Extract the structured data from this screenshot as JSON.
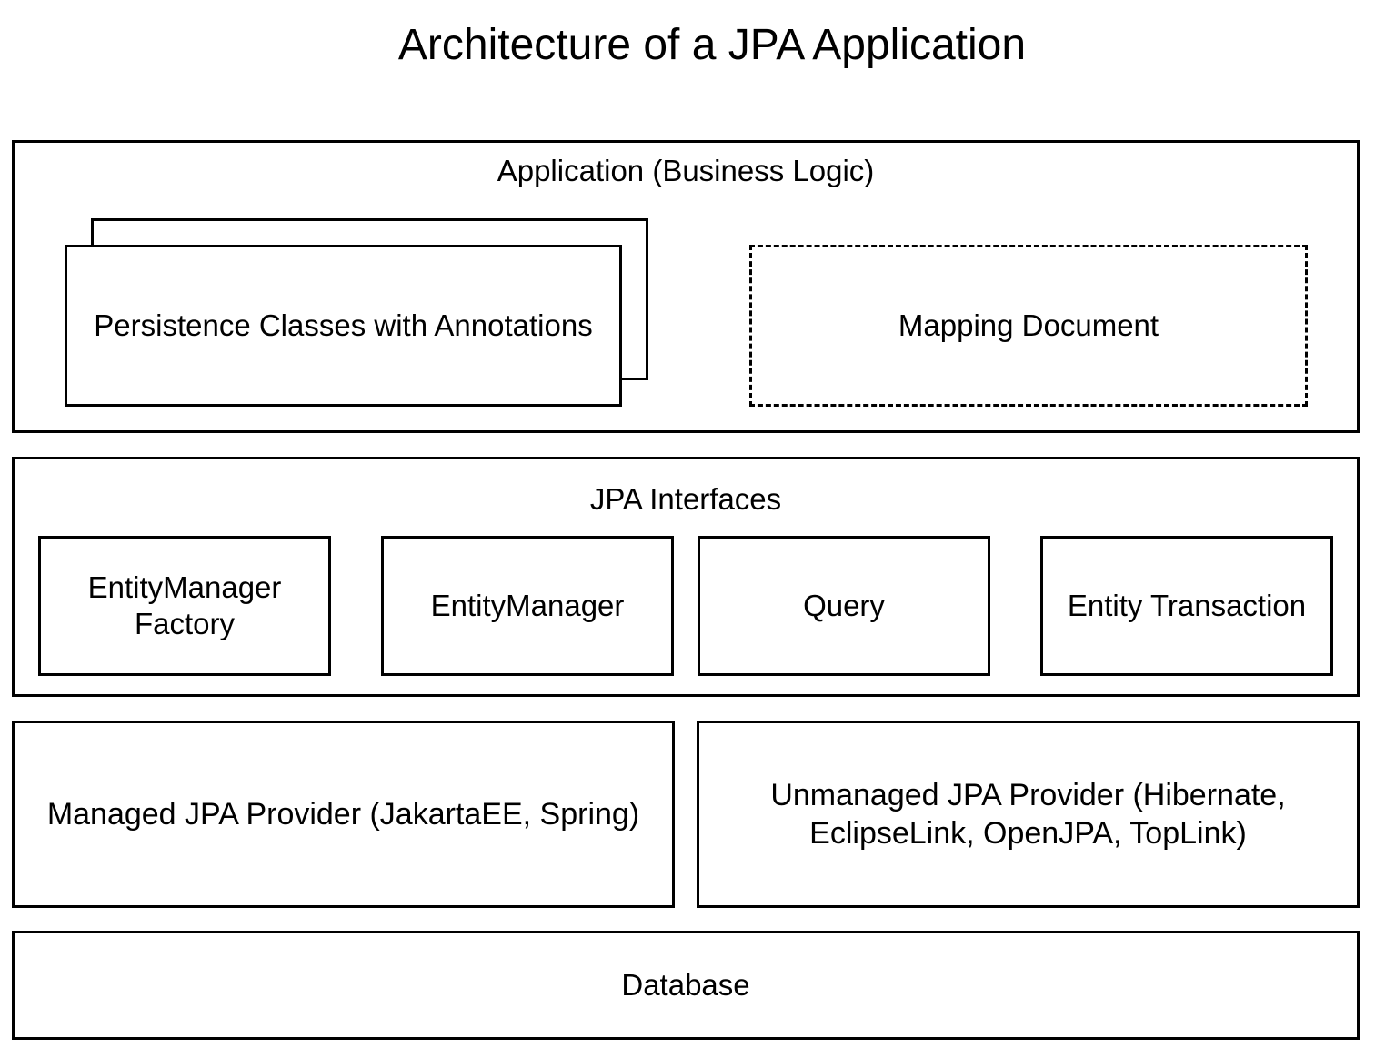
{
  "title": "Architecture of a JPA Application",
  "application": {
    "label": "Application (Business Logic)",
    "persistence_classes": "Persistence Classes with Annotations",
    "mapping_document": "Mapping Document"
  },
  "jpa_interfaces": {
    "label": "JPA Interfaces",
    "items": [
      {
        "line1": "EntityManager",
        "line2": "Factory"
      },
      {
        "line1": "EntityManager",
        "line2": ""
      },
      {
        "line1": "Query",
        "line2": ""
      },
      {
        "line1": "Entity Transaction",
        "line2": ""
      }
    ]
  },
  "providers": {
    "managed": "Managed JPA Provider (JakartaEE, Spring)",
    "unmanaged_line1": "Unmanaged JPA Provider (Hibernate,",
    "unmanaged_line2": "EclipseLink, OpenJPA, TopLink)"
  },
  "database": "Database"
}
